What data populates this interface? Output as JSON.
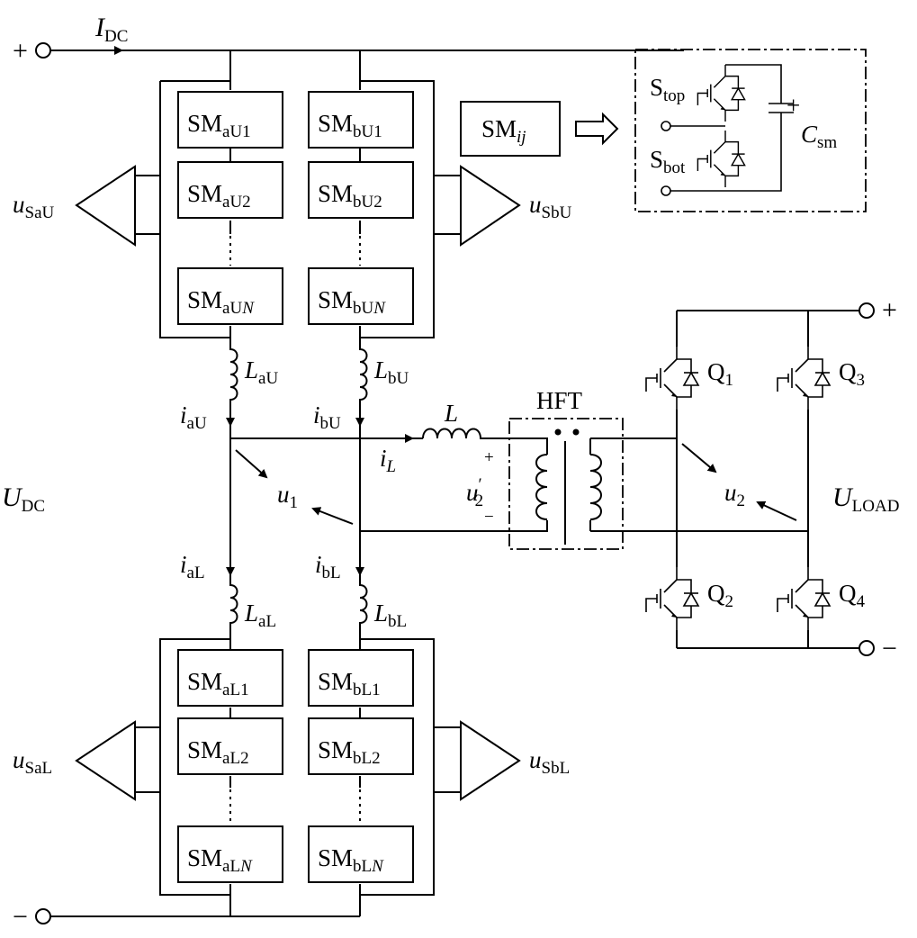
{
  "labels": {
    "plus": "+",
    "minus": "−",
    "i": "I",
    "dc": "DC",
    "u_cap": "U",
    "load": "LOAD",
    "u": "u",
    "i_small": "i",
    "L": "L",
    "C": "C",
    "S": "S",
    "Q": "Q",
    "sm": "SM",
    "prime": "′",
    "dots": "⋮"
  },
  "submodules": {
    "aU1": "aU1",
    "aU2": "aU2",
    "aUN_a": "aU",
    "aUN_b": "N",
    "bU1": "bU1",
    "bU2": "bU2",
    "bUN_a": "bU",
    "bUN_b": "N",
    "aL1": "aL1",
    "aL2": "aL2",
    "aLN_a": "aL",
    "aLN_b": "N",
    "bL1": "bL1",
    "bL2": "bL2",
    "bLN_a": "bL",
    "bLN_b": "N",
    "ij": "ij"
  },
  "sources": {
    "SaU": "SaU",
    "SbU": "SbU",
    "SaL": "SaL",
    "SbL": "SbL"
  },
  "inductors": {
    "aU": "aU",
    "bU": "bU",
    "aL": "aL",
    "bL": "bL"
  },
  "currents": {
    "aU": "aU",
    "bU": "bU",
    "aL": "aL",
    "bL": "bL",
    "L": "L"
  },
  "voltages": {
    "u1": "1",
    "u2": "2",
    "u2p": "2"
  },
  "transformer": {
    "name": "HFT"
  },
  "switches": {
    "top": "top",
    "bot": "bot",
    "Q1": "1",
    "Q2": "2",
    "Q3": "3",
    "Q4": "4",
    "cap": "sm"
  }
}
